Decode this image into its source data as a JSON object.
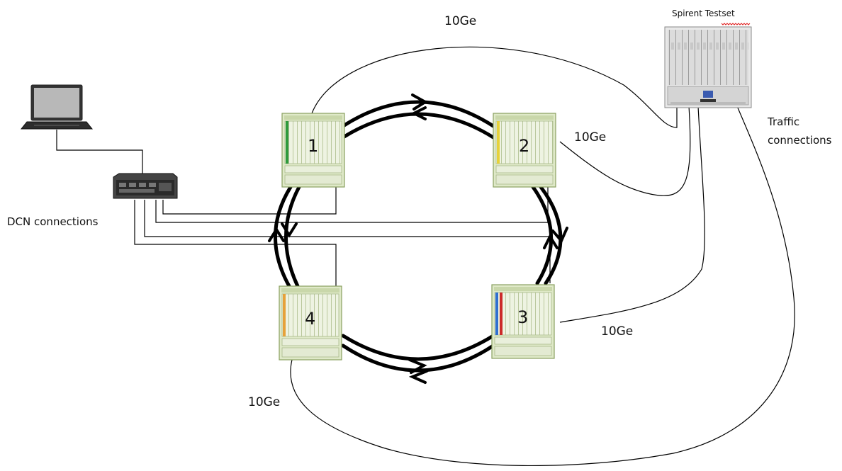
{
  "labels": {
    "top_link": "10Ge",
    "right_upper_link": "10Ge",
    "right_lower_link": "10Ge",
    "left_lower_link": "10Ge",
    "testset_title": "Spirent Testset",
    "traffic_line1": "Traffic",
    "traffic_line2": "connections",
    "dcn": "DCN connections"
  },
  "nodes": [
    {
      "id": "node-1",
      "number": "1",
      "slot_colors": [
        "#2e9a3c"
      ]
    },
    {
      "id": "node-2",
      "number": "2",
      "slot_colors": [
        "#e6d23a"
      ]
    },
    {
      "id": "node-3",
      "number": "3",
      "slot_colors": [
        "#2f6fd0",
        "#cc2a2a"
      ]
    },
    {
      "id": "node-4",
      "number": "4",
      "slot_colors": [
        "#e6a23a"
      ]
    }
  ],
  "colors": {
    "node_fill": "#dfe9c8",
    "node_border": "#8aa060",
    "ring": "#000000",
    "link": "#000000"
  },
  "icons": [
    "laptop-icon",
    "dcn-switch-icon",
    "spirent-testset-icon"
  ]
}
